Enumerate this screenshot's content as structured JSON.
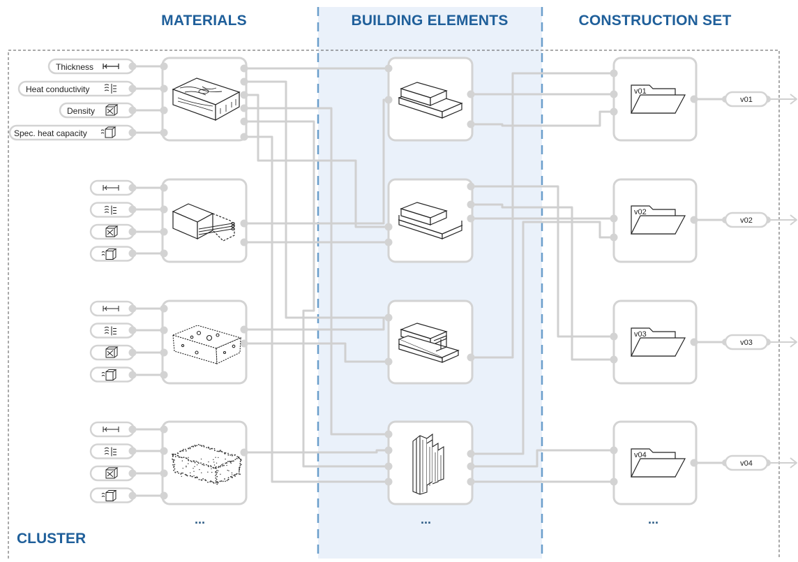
{
  "headers": {
    "materials": "MATERIALS",
    "building_elements": "BUILDING ELEMENTS",
    "construction_set": "CONSTRUCTION SET"
  },
  "cluster_label": "CLUSTER",
  "property_labels": {
    "thickness": "Thickness",
    "heat_conductivity": "Heat conductivity",
    "density": "Density",
    "spec_heat_capacity": "Spec. heat capacity"
  },
  "versions": [
    "v01",
    "v02",
    "v03",
    "v04"
  ],
  "ellipsis": "...",
  "colors": {
    "accent": "#1f5f9a",
    "dash_blue": "#6a9ecb",
    "band": "#eaf1fa",
    "node_gray": "#d3d3d3",
    "wire_gray": "#cfcfcf"
  },
  "icons": {
    "thickness": "thickness-icon",
    "heat_conductivity": "heat-conductivity-icon",
    "density": "density-icon",
    "spec_heat_capacity": "spec-heat-capacity-icon",
    "wood": "wood-block-icon",
    "panel": "panel-insulation-icon",
    "foam": "foam-block-icon",
    "loose_fill": "loose-fill-icon",
    "layers_two": "two-layer-element-icon",
    "layers_three": "three-layer-element-icon",
    "layers_stepped": "stepped-layer-element-icon",
    "wall_section": "vertical-wall-section-icon",
    "folder": "folder-icon"
  }
}
